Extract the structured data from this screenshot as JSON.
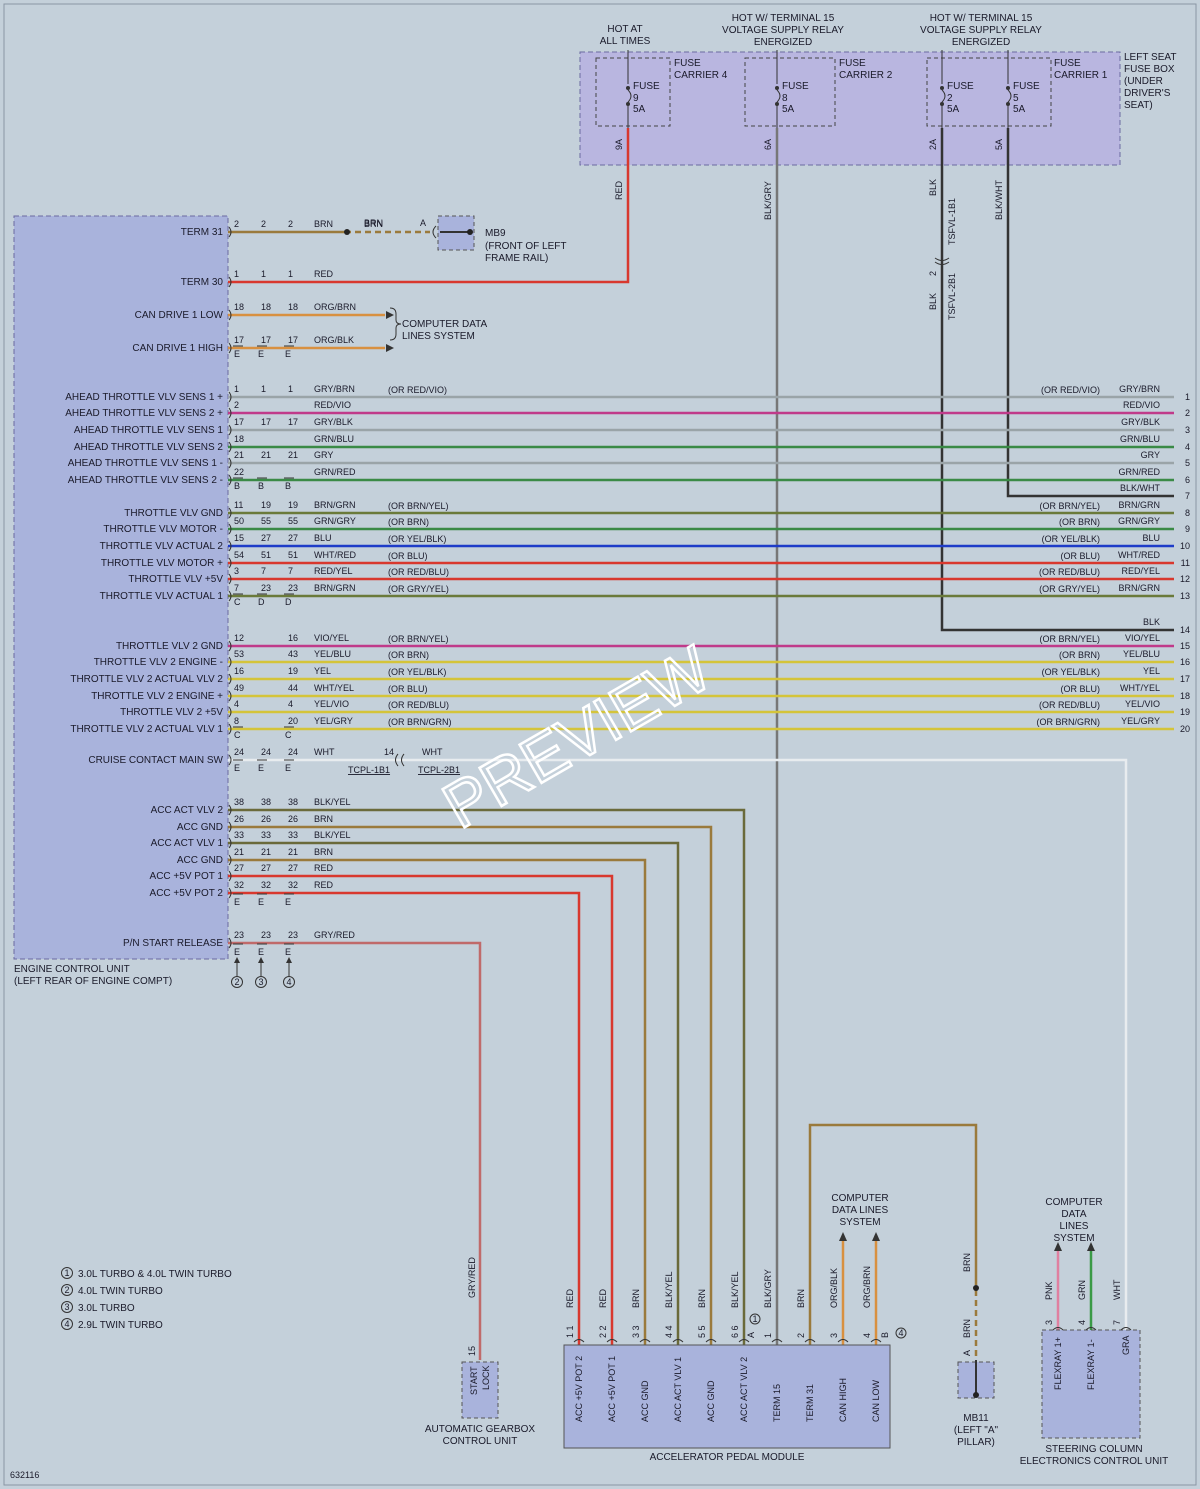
{
  "colors": {
    "background": "#c4d0da",
    "module_fill": "#a9b3dc",
    "fuse_box_fill": "#b9b6e0",
    "wire_red": "#d8382e",
    "wire_brn": "#9a7a3c",
    "wire_org": "#d89040",
    "wire_gry": "#9aa4a8",
    "wire_grn": "#3a8a46",
    "wire_blu": "#1e3cc8",
    "wire_vio": "#c03a8a",
    "wire_yel": "#d4c43a",
    "wire_blk": "#333333",
    "wire_wht": "#eeeeee"
  },
  "supply": {
    "hot_all_times": [
      "HOT AT",
      "ALL TIMES"
    ],
    "hot_t15_a": [
      "HOT W/ TERMINAL 15",
      "VOLTAGE SUPPLY RELAY",
      "ENERGIZED"
    ],
    "hot_t15_b": [
      "HOT W/ TERMINAL 15",
      "VOLTAGE SUPPLY RELAY",
      "ENERGIZED"
    ],
    "fuse_box_label": [
      "LEFT SEAT",
      "FUSE BOX",
      "(UNDER",
      "DRIVER'S",
      "SEAT)"
    ]
  },
  "fuses": [
    {
      "carrier": [
        "FUSE",
        "CARRIER 4"
      ],
      "name": "FUSE",
      "number": "9",
      "rating": "5A",
      "pin": "9A",
      "wire": "RED"
    },
    {
      "carrier": [
        "FUSE",
        "CARRIER 2"
      ],
      "name": "FUSE",
      "number": "8",
      "rating": "5A",
      "pin": "6A",
      "wire": "BLK/GRY"
    },
    {
      "carrier": [
        "FUSE",
        "CARRIER 1"
      ],
      "name": "FUSE",
      "number": "2",
      "rating": "5A",
      "pin": "2A",
      "wire": "BLK"
    },
    {
      "carrier": [],
      "name": "FUSE",
      "number": "5",
      "rating": "5A",
      "pin": "5A",
      "wire": "BLK/WHT"
    }
  ],
  "connectors": {
    "tsfvl_1b1": "TSFVL-1B1",
    "tsfvl_2b1": "TSFVL-2B1",
    "tsfvl_pin": "2",
    "tcpl_1b1": "TCPL-1B1",
    "tcpl_2b1": "TCPL-2B1",
    "tcpl_pin": "14"
  },
  "ground_mb9": {
    "name": "MB9",
    "location": [
      "(FRONT OF LEFT",
      "FRAME RAIL)"
    ],
    "pin": "A",
    "wire_after": "BRN"
  },
  "ecu": {
    "name": [
      "ENGINE CONTROL UNIT",
      "(LEFT REAR OF ENGINE COMPT)"
    ],
    "rows": [
      {
        "label": "TERM 31",
        "pins": [
          "2",
          "2",
          "2"
        ],
        "wire": "BRN"
      },
      {
        "label": "TERM 30",
        "pins": [
          "1",
          "1",
          "1"
        ],
        "wire": "RED"
      },
      {
        "label": "CAN DRIVE 1 LOW",
        "pins": [
          "18",
          "18",
          "18"
        ],
        "wire": "ORG/BRN"
      },
      {
        "label": "CAN DRIVE 1 HIGH",
        "pins": [
          "17",
          "17",
          "17"
        ],
        "wire": "ORG/BLK"
      },
      {
        "label": "AHEAD THROTTLE VLV SENS 1 +",
        "pins": [
          "1",
          "1",
          "1"
        ],
        "wire": "GRY/BRN",
        "alt": "(OR RED/VIO)"
      },
      {
        "label": "AHEAD THROTTLE VLV SENS 2 +",
        "pins": [
          "2",
          "",
          ""
        ],
        "wire": "RED/VIO",
        "alt": ""
      },
      {
        "label": "AHEAD THROTTLE VLV SENS 1",
        "pins": [
          "17",
          "17",
          "17"
        ],
        "wire": "GRY/BLK",
        "alt": ""
      },
      {
        "label": "AHEAD THROTTLE VLV SENS 2",
        "pins": [
          "18",
          "",
          ""
        ],
        "wire": "GRN/BLU",
        "alt": ""
      },
      {
        "label": "AHEAD THROTTLE VLV SENS 1 -",
        "pins": [
          "21",
          "21",
          "21"
        ],
        "wire": "GRY",
        "alt": ""
      },
      {
        "label": "AHEAD THROTTLE VLV SENS 2 -",
        "pins": [
          "22",
          "",
          ""
        ],
        "wire": "GRN/RED",
        "alt": ""
      },
      {
        "label": "THROTTLE VLV GND",
        "pins": [
          "11",
          "19",
          "19"
        ],
        "wire": "BRN/GRN",
        "alt": "(OR BRN/YEL)"
      },
      {
        "label": "THROTTLE VLV MOTOR -",
        "pins": [
          "50",
          "55",
          "55"
        ],
        "wire": "GRN/GRY",
        "alt": "(OR BRN)"
      },
      {
        "label": "THROTTLE VLV ACTUAL 2",
        "pins": [
          "15",
          "27",
          "27"
        ],
        "wire": "BLU",
        "alt": "(OR YEL/BLK)"
      },
      {
        "label": "THROTTLE VLV MOTOR +",
        "pins": [
          "54",
          "51",
          "51"
        ],
        "wire": "WHT/RED",
        "alt": "(OR BLU)"
      },
      {
        "label": "THROTTLE VLV +5V",
        "pins": [
          "3",
          "7",
          "7"
        ],
        "wire": "RED/YEL",
        "alt": "(OR RED/BLU)"
      },
      {
        "label": "THROTTLE VLV ACTUAL 1",
        "pins": [
          "7",
          "23",
          "23"
        ],
        "wire": "BRN/GRN",
        "alt": "(OR GRY/YEL)"
      },
      {
        "label": "THROTTLE VLV 2 GND",
        "pins": [
          "12",
          "",
          "16"
        ],
        "wire": "VIO/YEL",
        "alt": "(OR BRN/YEL)"
      },
      {
        "label": "THROTTLE VLV 2 ENGINE -",
        "pins": [
          "53",
          "",
          "43"
        ],
        "wire": "YEL/BLU",
        "alt": "(OR BRN)"
      },
      {
        "label": "THROTTLE VLV 2 ACTUAL VLV 2",
        "pins": [
          "16",
          "",
          "19"
        ],
        "wire": "YEL",
        "alt": "(OR YEL/BLK)"
      },
      {
        "label": "THROTTLE VLV 2 ENGINE +",
        "pins": [
          "49",
          "",
          "44"
        ],
        "wire": "WHT/YEL",
        "alt": "(OR BLU)"
      },
      {
        "label": "THROTTLE VLV 2 +5V",
        "pins": [
          "4",
          "",
          "4"
        ],
        "wire": "YEL/VIO",
        "alt": "(OR RED/BLU)"
      },
      {
        "label": "THROTTLE VLV 2 ACTUAL VLV 1",
        "pins": [
          "8",
          "",
          "20"
        ],
        "wire": "YEL/GRY",
        "alt": "(OR BRN/GRN)"
      },
      {
        "label": "CRUISE CONTACT MAIN SW",
        "pins": [
          "24",
          "24",
          "24"
        ],
        "wire": "WHT"
      },
      {
        "label": "ACC ACT VLV 2",
        "pins": [
          "38",
          "38",
          "38"
        ],
        "wire": "BLK/YEL"
      },
      {
        "label": "ACC GND",
        "pins": [
          "26",
          "26",
          "26"
        ],
        "wire": "BRN"
      },
      {
        "label": "ACC ACT VLV 1",
        "pins": [
          "33",
          "33",
          "33"
        ],
        "wire": "BLK/YEL"
      },
      {
        "label": "ACC GND",
        "pins": [
          "21",
          "21",
          "21"
        ],
        "wire": "BRN"
      },
      {
        "label": "ACC +5V POT 1",
        "pins": [
          "27",
          "27",
          "27"
        ],
        "wire": "RED"
      },
      {
        "label": "ACC +5V POT 2",
        "pins": [
          "32",
          "32",
          "32"
        ],
        "wire": "RED"
      },
      {
        "label": "P/N START RELEASE",
        "pins": [
          "23",
          "23",
          "23"
        ],
        "wire": "GRY/RED"
      }
    ],
    "connector_letters": [
      {
        "letters": [
          "E",
          "E",
          "E"
        ]
      },
      {
        "letters": [
          "B",
          "B",
          "B"
        ]
      },
      {
        "letters": [
          "C",
          "D",
          "D"
        ]
      },
      {
        "letters": [
          "C",
          "",
          "C"
        ]
      },
      {
        "letters": [
          "E",
          "E",
          "E"
        ]
      },
      {
        "letters": [
          "E",
          "E",
          "E"
        ]
      },
      {
        "letters": [
          "E",
          "E",
          "E"
        ]
      }
    ],
    "variant_arrows": [
      "2",
      "3",
      "4"
    ]
  },
  "can_system_label": [
    "COMPUTER DATA",
    "LINES SYSTEM"
  ],
  "right_terminals": [
    {
      "num": "1",
      "wire": "GRY/BRN",
      "alt": "(OR RED/VIO)"
    },
    {
      "num": "2",
      "wire": "RED/VIO",
      "alt": ""
    },
    {
      "num": "3",
      "wire": "GRY/BLK",
      "alt": ""
    },
    {
      "num": "4",
      "wire": "GRN/BLU",
      "alt": ""
    },
    {
      "num": "5",
      "wire": "GRY",
      "alt": ""
    },
    {
      "num": "6",
      "wire": "GRN/RED",
      "alt": ""
    },
    {
      "num": "7",
      "wire": "BLK/WHT",
      "alt": ""
    },
    {
      "num": "8",
      "wire": "BRN/GRN",
      "alt": "(OR BRN/YEL)"
    },
    {
      "num": "9",
      "wire": "GRN/GRY",
      "alt": "(OR BRN)"
    },
    {
      "num": "10",
      "wire": "BLU",
      "alt": "(OR YEL/BLK)"
    },
    {
      "num": "11",
      "wire": "WHT/RED",
      "alt": "(OR BLU)"
    },
    {
      "num": "12",
      "wire": "RED/YEL",
      "alt": "(OR RED/BLU)"
    },
    {
      "num": "13",
      "wire": "BRN/GRN",
      "alt": "(OR GRY/YEL)"
    },
    {
      "num": "14",
      "wire": "BLK",
      "alt": ""
    },
    {
      "num": "15",
      "wire": "VIO/YEL",
      "alt": "(OR BRN/YEL)"
    },
    {
      "num": "16",
      "wire": "YEL/BLU",
      "alt": "(OR BRN)"
    },
    {
      "num": "17",
      "wire": "YEL",
      "alt": "(OR YEL/BLK)"
    },
    {
      "num": "18",
      "wire": "WHT/YEL",
      "alt": "(OR BLU)"
    },
    {
      "num": "19",
      "wire": "YEL/VIO",
      "alt": "(OR RED/BLU)"
    },
    {
      "num": "20",
      "wire": "YEL/GRY",
      "alt": "(OR BRN/GRN)"
    }
  ],
  "pedal_module": {
    "name": "ACCELERATOR PEDAL MODULE",
    "pins": [
      {
        "pins": "1 1",
        "wire": "RED",
        "label": "ACC +5V POT 2"
      },
      {
        "pins": "2 2",
        "wire": "RED",
        "label": "ACC +5V POT 1"
      },
      {
        "pins": "3 3",
        "wire": "BRN",
        "label": "ACC GND"
      },
      {
        "pins": "4 4",
        "wire": "BLK/YEL",
        "label": "ACC ACT VLV 1"
      },
      {
        "pins": "5 5",
        "wire": "BRN",
        "label": "ACC GND"
      },
      {
        "pins": "6 6",
        "wire": "BLK/YEL",
        "label": "ACC ACT VLV 2"
      },
      {
        "pins": "1",
        "wire": "BLK/GRY",
        "label": "TERM 15"
      },
      {
        "pins": "2",
        "wire": "BRN",
        "label": "TERM 31"
      },
      {
        "pins": "3",
        "wire": "ORG/BLK",
        "label": "CAN HIGH"
      },
      {
        "pins": "4",
        "wire": "ORG/BRN",
        "label": "CAN LOW"
      }
    ],
    "conn_a": "A",
    "conn_b": "B",
    "note_1": "1",
    "note_4": "4",
    "can_label": [
      "COMPUTER",
      "DATA LINES",
      "SYSTEM"
    ]
  },
  "gearbox": {
    "name": [
      "AUTOMATIC GEARBOX",
      "CONTROL UNIT"
    ],
    "pin": "15",
    "wire": "GRY/RED",
    "label": [
      "START",
      "LOCK"
    ]
  },
  "ground_mb11": {
    "name": [
      "MB11",
      "(LEFT \"A\"",
      "PILLAR)"
    ],
    "pin": "A",
    "wire": "BRN"
  },
  "steering": {
    "name": [
      "STEERING COLUMN",
      "ELECTRONICS CONTROL UNIT"
    ],
    "can_label": [
      "COMPUTER",
      "DATA",
      "LINES",
      "SYSTEM"
    ],
    "pins": [
      {
        "pin": "3",
        "wire": "PNK",
        "label": "FLEXRAY 1+"
      },
      {
        "pin": "4",
        "wire": "GRN",
        "label": "FLEXRAY 1-"
      },
      {
        "pin": "7",
        "wire": "WHT",
        "label": "GRA"
      }
    ]
  },
  "legend": [
    {
      "num": "1",
      "text": "3.0L TURBO & 4.0L TWIN TURBO"
    },
    {
      "num": "2",
      "text": "4.0L TWIN TURBO"
    },
    {
      "num": "3",
      "text": "3.0L TURBO"
    },
    {
      "num": "4",
      "text": "2.9L TWIN TURBO"
    }
  ],
  "diagram_id": "632116",
  "watermark": "PREVIEW"
}
